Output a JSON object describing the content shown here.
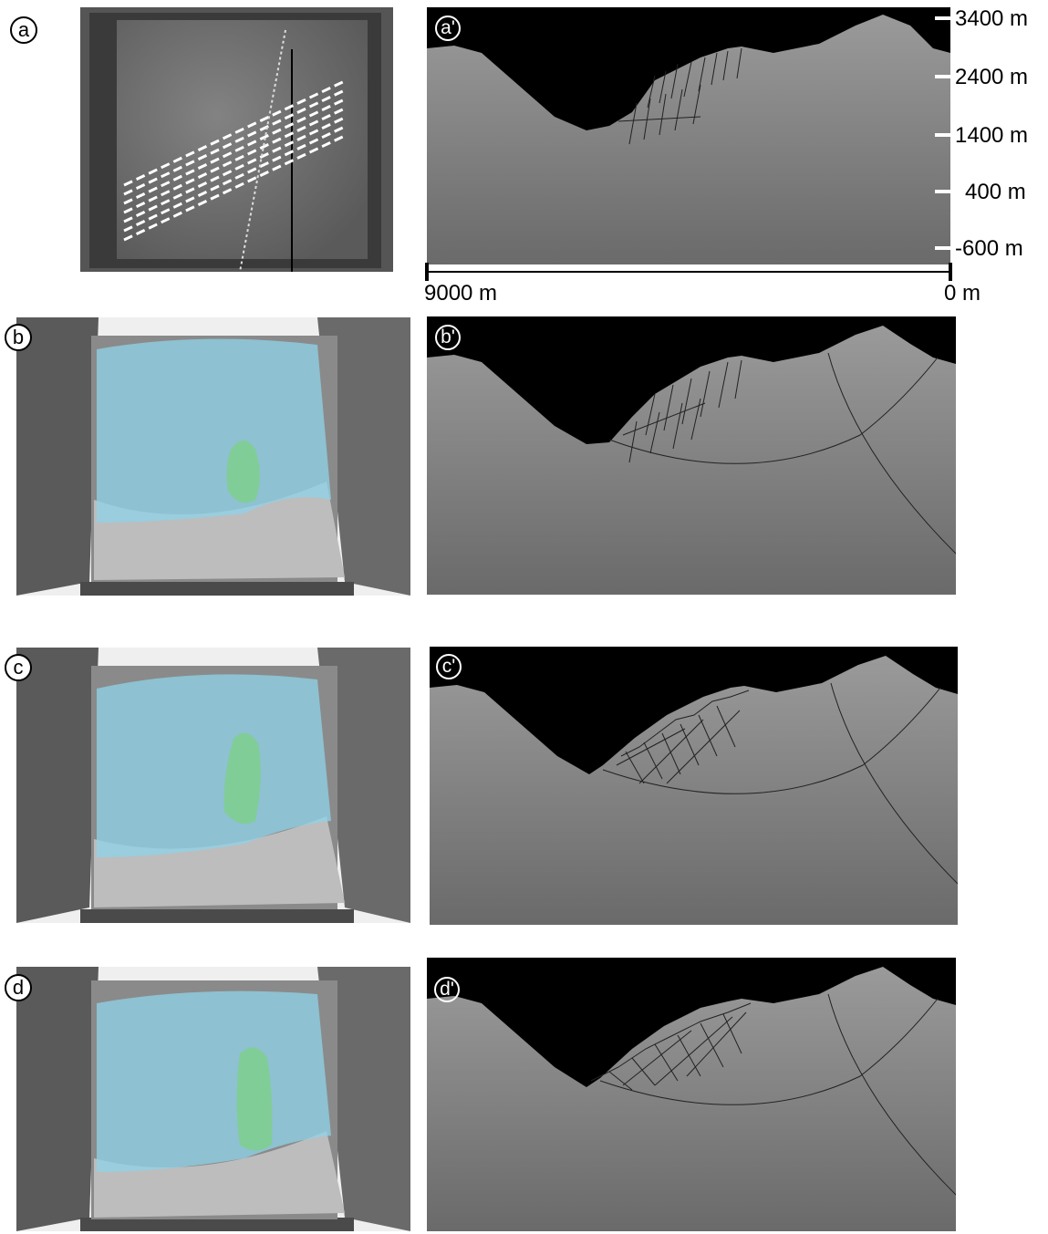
{
  "panels": {
    "a": "a",
    "a_prime": "a'",
    "b": "b",
    "b_prime": "b'",
    "c": "c",
    "c_prime": "c'",
    "d": "d",
    "d_prime": "d'"
  },
  "elevation_labels": [
    "3400 m",
    "2400 m",
    "1400 m",
    "400 m",
    "-600 m"
  ],
  "distance_labels": {
    "left": "9000 m",
    "right": "0 m"
  },
  "colors": {
    "water_overlay": "#8fd3e8",
    "landslide_overlay": "#7ed08a",
    "sky": "#000000",
    "section": "#8a8a8a"
  }
}
